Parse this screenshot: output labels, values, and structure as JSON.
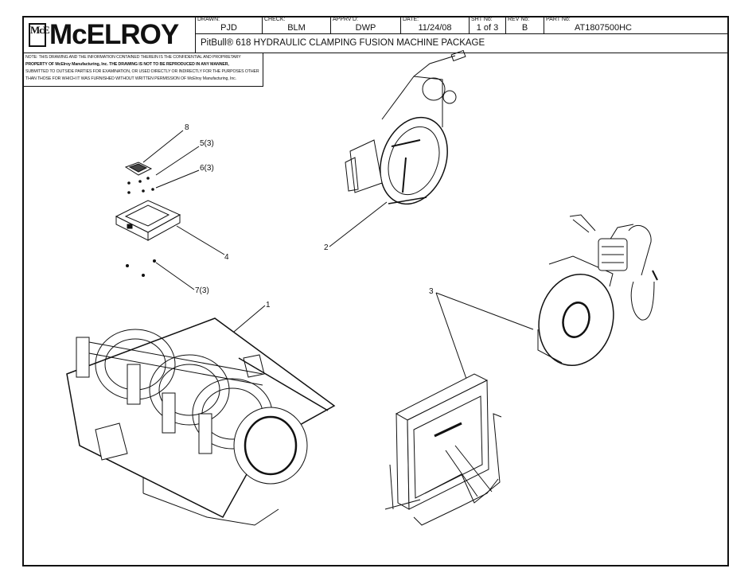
{
  "logo": {
    "mark": "McE",
    "text": "McELROY"
  },
  "title_block": {
    "drawn": {
      "label": "DRAWN:",
      "value": "PJD"
    },
    "check": {
      "label": "CHECK:",
      "value": "BLM"
    },
    "apprvd": {
      "label": "APPRV'D:",
      "value": "DWP"
    },
    "date": {
      "label": "DATE:",
      "value": "11/24/08"
    },
    "sheet": {
      "label": "SHT No:",
      "value": "1 of 3"
    },
    "rev": {
      "label": "REV No:",
      "value": "B"
    },
    "part": {
      "label": "PART No:",
      "value": "AT1807500HC"
    },
    "title": "PitBull® 618 HYDRAULIC CLAMPING FUSION MACHINE PACKAGE"
  },
  "note": {
    "line1": "NOTE: THIS DRAWING AND THE INFORMATION CONTAINED THEREIN IS THE CONFIDENTIAL AND PROPRIETARY",
    "line2": "PROPERTY OF McElroy Manufacturing, Inc. THE DRAWING IS NOT TO BE REPRODUCED IN ANY MANNER,",
    "line3": "SUBMITTED TO OUTSIDE PARTIES FOR EXAMINATION, OR USED DIRECTLY OR INDIRECTLY FOR THE PURPOSES OTHER",
    "line4": "THAN THOSE FOR WHICH IT WAS FURNISHED WITHOUT WRITTEN PERMISSION OF McElroy Manufacturing, Inc."
  },
  "callouts": {
    "item8": "8",
    "item5": "5(3)",
    "item6": "6(3)",
    "item4": "4",
    "item7": "7(3)",
    "item2": "2",
    "item1": "1",
    "item3": "3"
  }
}
